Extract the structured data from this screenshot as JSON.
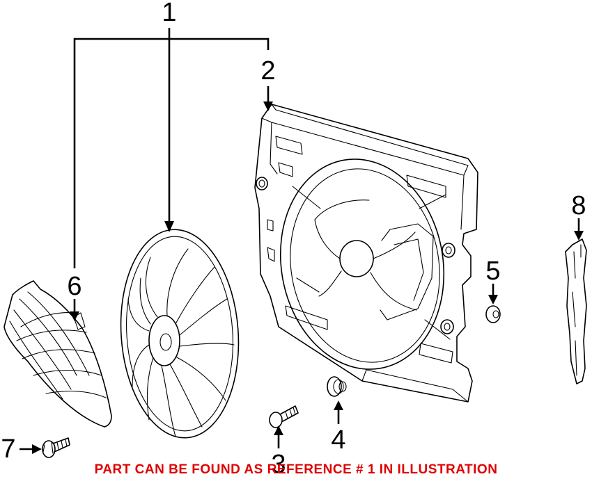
{
  "callouts": {
    "c1": "1",
    "c2": "2",
    "c3": "3",
    "c4": "4",
    "c5": "5",
    "c6": "6",
    "c7": "7",
    "c8": "8"
  },
  "notice": "PART CAN BE FOUND AS REFERENCE # 1 IN ILLUSTRATION",
  "colors": {
    "notice": "#e00000",
    "line": "#000000"
  }
}
